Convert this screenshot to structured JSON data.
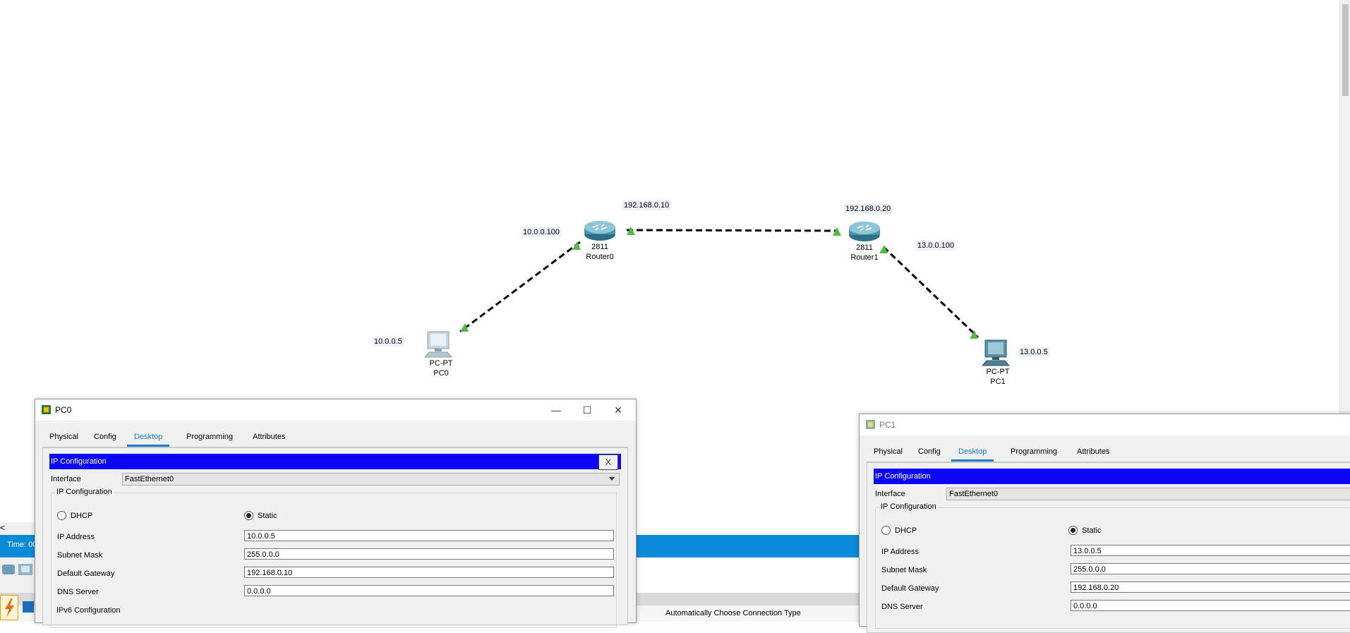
{
  "topology": {
    "devices": [
      {
        "id": "router0",
        "model": "2811",
        "name": "Router0"
      },
      {
        "id": "router1",
        "model": "2811",
        "name": "Router1"
      },
      {
        "id": "pc0",
        "model": "PC-PT",
        "name": "PC0"
      },
      {
        "id": "pc1",
        "model": "PC-PT",
        "name": "PC1"
      }
    ],
    "ip_labels": {
      "router0_wan": "192.168.0.10",
      "router1_wan": "192.168.0.20",
      "router0_lan": "10.0.0.100",
      "router1_lan": "13.0.0.100",
      "pc0": "10.0.0.5",
      "pc1": "13.0.0.5"
    },
    "link_color": "#000000",
    "port_color": "#55b94a"
  },
  "workspace": {
    "time_label": "Time: 00",
    "auto_connection": "Automatically Choose Connection Type",
    "close_glyph": "<"
  },
  "pc0_window": {
    "title": "PC0",
    "tabs": [
      "Physical",
      "Config",
      "Desktop",
      "Programming",
      "Attributes"
    ],
    "active_tab": "Desktop",
    "ip_config_title": "IP Configuration",
    "close_label": "X",
    "interface_label": "Interface",
    "interface_value": "FastEthernet0",
    "group_title": "IP Configuration",
    "dhcp_label": "DHCP",
    "static_label": "Static",
    "ip_label": "IP Address",
    "ip_value": "10.0.0.5",
    "mask_label": "Subnet Mask",
    "mask_value": "255.0.0.0",
    "gateway_label": "Default Gateway",
    "gateway_value": "192.168.0.10",
    "dns_label": "DNS Server",
    "dns_value": "0.0.0.0",
    "ipv6_title": "IPv6 Configuration"
  },
  "pc1_window": {
    "title": "PC1",
    "tabs": [
      "Physical",
      "Config",
      "Desktop",
      "Programming",
      "Attributes"
    ],
    "active_tab": "Desktop",
    "ip_config_title": "IP Configuration",
    "interface_label": "Interface",
    "interface_value": "FastEthernet0",
    "group_title": "IP Configuration",
    "dhcp_label": "DHCP",
    "static_label": "Static",
    "ip_label": "IP Address",
    "ip_value": "13.0.0.5",
    "mask_label": "Subnet Mask",
    "mask_value": "255.0.0.0",
    "gateway_label": "Default Gateway",
    "gateway_value": "192.168.0.20",
    "dns_label": "DNS Server",
    "dns_value": "0.0.0.0"
  },
  "colors": {
    "accent_blue": "#1a7fd0",
    "ipbar_blue": "#0b06f5",
    "workspace_blue": "#0a8ad8"
  }
}
